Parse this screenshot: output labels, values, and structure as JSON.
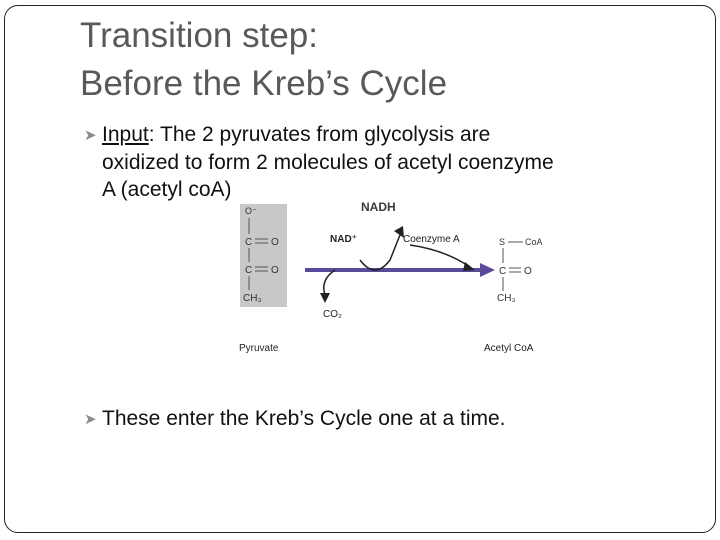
{
  "slide": {
    "title_line1": "Transition step:",
    "title_line2": "Before the Kreb’s Cycle",
    "bullet1_bold": "Input",
    "bullet1_rest_a": ": The 2 pyruvates from glycolysis are",
    "bullet1_line2": "oxidized to form 2 molecules of acetyl coenzyme",
    "bullet1_line3": "A (acetyl coA)",
    "bullet2": "These enter the Kreb’s Cycle one at a time."
  },
  "diagram": {
    "nadh": "NADH",
    "nad_plus": "NAD⁺",
    "coenzyme_a": "Coenzyme A",
    "co2": "CO₂",
    "pyruvate": "Pyruvate",
    "acetyl_coa": "Acetyl CoA",
    "pyruvate_atoms": [
      "O⁻",
      "C",
      "O",
      "C",
      "O",
      "CH₃"
    ],
    "acetyl_atoms": [
      "S",
      "CoA",
      "C",
      "O",
      "CH₃"
    ],
    "colors": {
      "reaction_arrow": "#5b4a9c",
      "gray_box": "#c8c8c8"
    }
  }
}
